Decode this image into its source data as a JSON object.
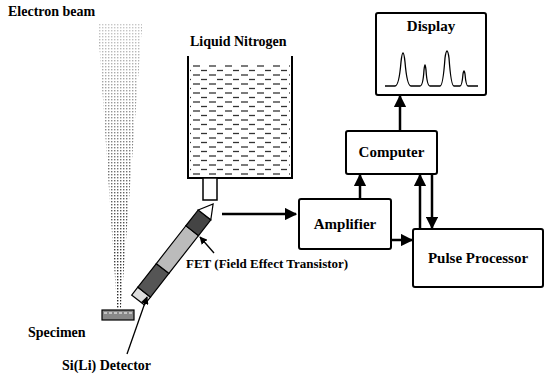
{
  "diagram": {
    "nodes": [
      {
        "text": [
          "Display"
        ]
      },
      {
        "text": [
          "Computer"
        ]
      },
      {
        "text": [
          "Amplifier"
        ]
      },
      {
        "text": [
          "Pulse Processor"
        ]
      }
    ],
    "edges": [
      {
        "from": 1,
        "to": 0,
        "arrow": "to"
      },
      {
        "from": 2,
        "to": 1,
        "arrow": "to"
      },
      {
        "from": 2,
        "to": 3,
        "arrow": "to"
      },
      {
        "from": 1,
        "to": 3,
        "arrow": "to"
      },
      {
        "from": 3,
        "to": 1,
        "arrow": "to"
      }
    ],
    "labels": [
      "Electron beam",
      "Liquid Nitrogen",
      "FET (Field Effect Transistor)",
      "Specimen",
      "Si(Li) Detector"
    ]
  }
}
